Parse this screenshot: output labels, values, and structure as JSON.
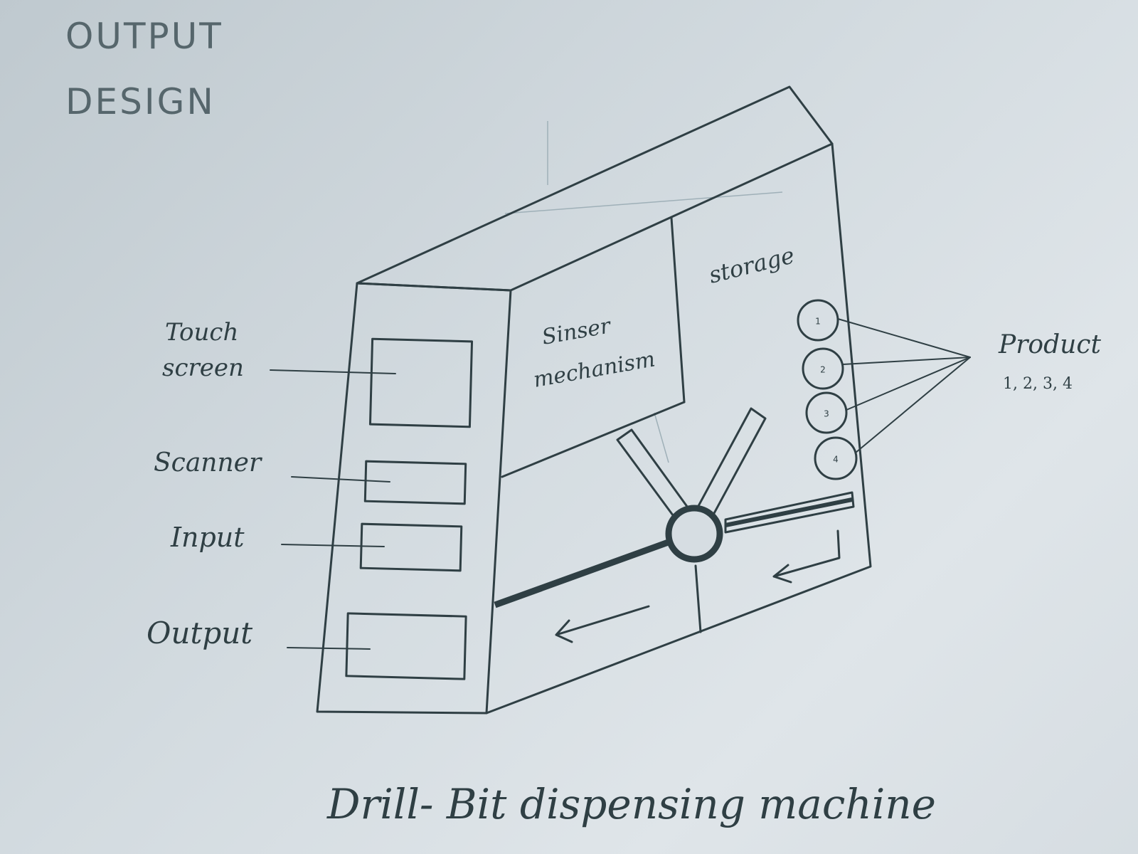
{
  "heading": {
    "line1": "OUTPUT",
    "line2": "DESIGN"
  },
  "labels": {
    "touch_screen_1": "Touch",
    "touch_screen_2": "screen",
    "scanner": "Scanner",
    "input": "Input",
    "output": "Output",
    "sensor_1": "Sinser",
    "sensor_2": "mechanism",
    "storage": "storage",
    "product": "Product",
    "product_numbers": "1, 2, 3, 4"
  },
  "products": [
    "1",
    "2",
    "3",
    "4"
  ],
  "caption": "Drill- Bit dispensing machine",
  "colors": {
    "ink": "#2f3f44",
    "paper": "#d3dbe0",
    "heading_ink": "#56666c"
  }
}
